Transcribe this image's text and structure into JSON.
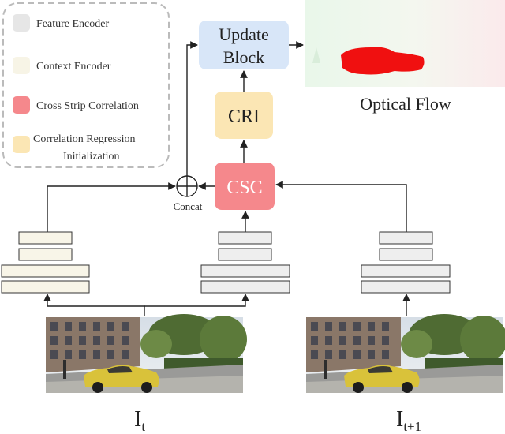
{
  "legend": {
    "items": [
      {
        "label": "Feature Encoder",
        "color": "#e6e6e6"
      },
      {
        "label": "Context Encoder",
        "color": "#f7f4e6"
      },
      {
        "label": "Cross Strip Correlation",
        "color": "#f5888c"
      },
      {
        "label": "Correlation Regression",
        "label2": "Initialization",
        "color": "#fbe6b4"
      }
    ]
  },
  "blocks": {
    "update": {
      "line1": "Update",
      "line2": "Block",
      "color": "#d8e6f8"
    },
    "cri": {
      "label": "CRI",
      "color": "#fbe6b4"
    },
    "csc": {
      "label": "CSC",
      "color": "#f5888c"
    }
  },
  "concat_label": "Concat",
  "output_label": "Optical Flow",
  "inputs": {
    "left": {
      "base": "I",
      "sub": "t"
    },
    "right": {
      "base": "I",
      "sub": "t+1"
    }
  },
  "colors": {
    "feature": "#eeeeee",
    "context": "#f8f5e8",
    "stroke": "#333333",
    "flow_bg": "#eef8ee",
    "flow_car": "#f01010"
  }
}
